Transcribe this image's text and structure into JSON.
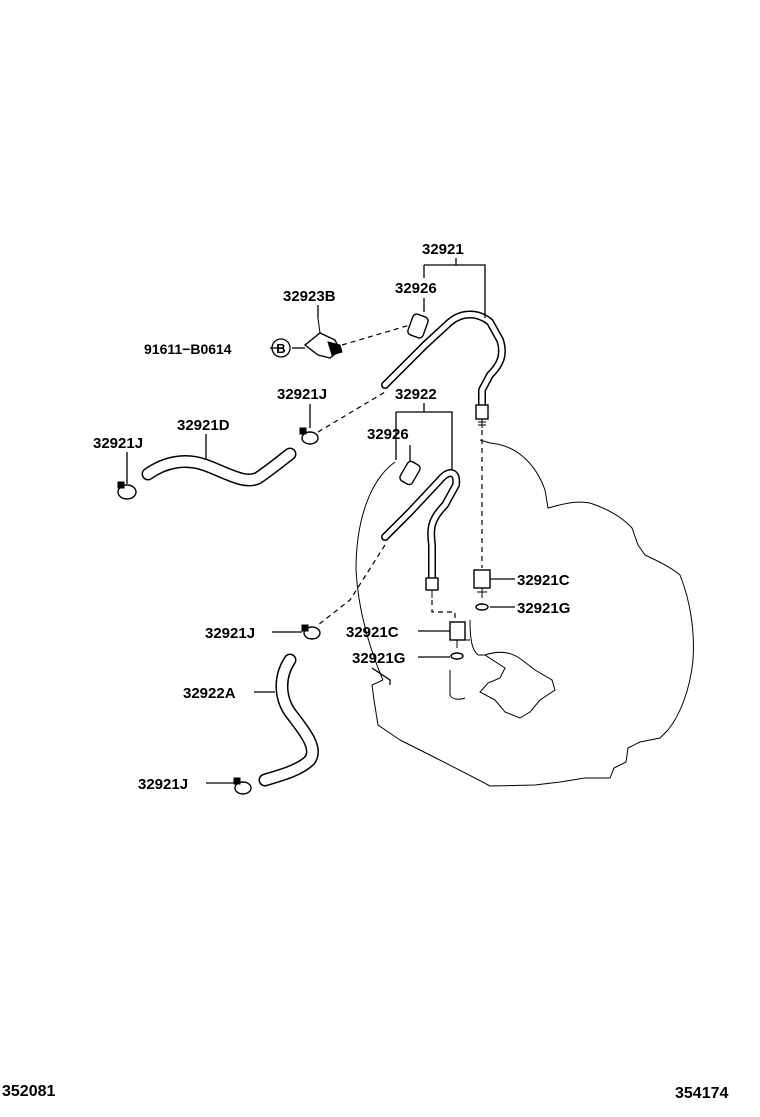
{
  "diagram": {
    "labels": {
      "p32921": "32921",
      "p32926_top": "32926",
      "p32923B": "32923B",
      "p91611": "91611−B0614",
      "circle_b": "B",
      "p32921J_a": "32921J",
      "p32922": "32922",
      "p32921D": "32921D",
      "p32921J_b": "32921J",
      "p32926_mid": "32926",
      "p32921C_right": "32921C",
      "p32921G_right": "32921G",
      "p32921J_c": "32921J",
      "p32921C_mid": "32921C",
      "p32921G_mid": "32921G",
      "p32922A": "32922A",
      "p32921J_d": "32921J"
    },
    "footer": {
      "left_code": "352081",
      "right_code": "354174"
    }
  }
}
